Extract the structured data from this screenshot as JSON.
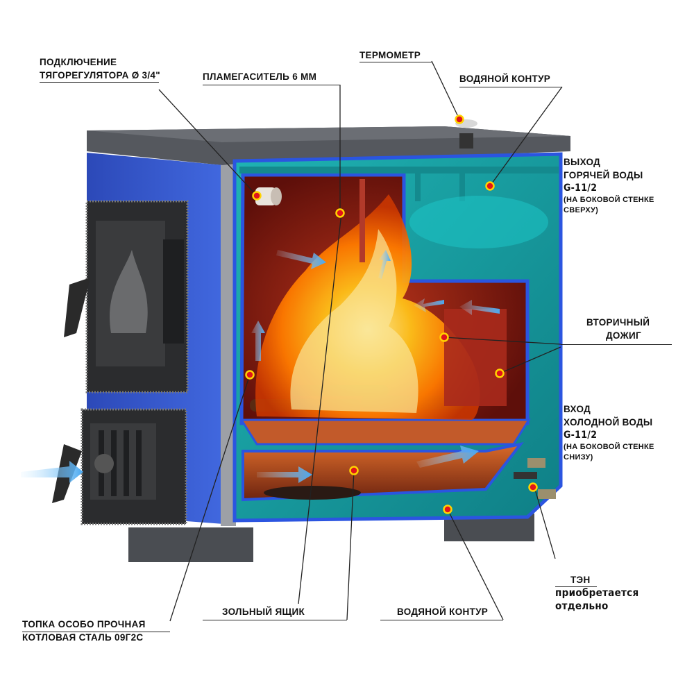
{
  "labels": {
    "draft_regulator": [
      "ПОДКЛЮЧЕНИЕ",
      "ТЯГОРЕГУЛЯТОРА Ø 3/4\""
    ],
    "flame_arrester": "ПЛАМЕГАСИТЕЛЬ 6 ММ",
    "thermometer": "ТЕРМОМЕТР",
    "water_circuit_top": "ВОДЯНОЙ КОНТУР",
    "hot_water_outlet": {
      "lines": [
        "ВЫХОД",
        "ГОРЯЧЕЙ ВОДЫ"
      ],
      "thread": "G-11/2",
      "note": [
        "(НА БОКОВОЙ СТЕНКЕ",
        "СВЕРХУ)"
      ]
    },
    "secondary_burn": [
      "ВТОРИЧНЫЙ",
      "ДОЖИГ"
    ],
    "cold_water_inlet": {
      "lines": [
        "ВХОД",
        "ХОЛОДНОЙ ВОДЫ"
      ],
      "thread": "G-11/2",
      "note": [
        "(НА БОКОВОЙ СТЕНКЕ",
        "СНИЗУ)"
      ]
    },
    "heater": {
      "title": "ТЭН",
      "note": [
        "приобретается",
        "отдельно"
      ]
    },
    "ash_box": "ЗОЛЬНЫЙ ЯЩИК",
    "water_circuit_bottom": "ВОДЯНОЙ КОНТУР",
    "firebox": [
      "ТОПКА  ОСОБО ПРОЧНАЯ",
      "КОТЛОВАЯ СТАЛЬ 09Г2С"
    ]
  },
  "colors": {
    "body_blue": "#3a5fd0",
    "water_teal": "#1aa6a8",
    "firebox_red": "#8a1a12",
    "flame_orange": "#ff8a00",
    "cast_iron": "#2a2a2a",
    "marker_red": "#e0141b",
    "marker_yellow": "#ffd400"
  },
  "icons": {
    "marker": "red-dot-marker-icon",
    "airflow": "blue-arrow-icon",
    "flame": "flame-icon"
  }
}
